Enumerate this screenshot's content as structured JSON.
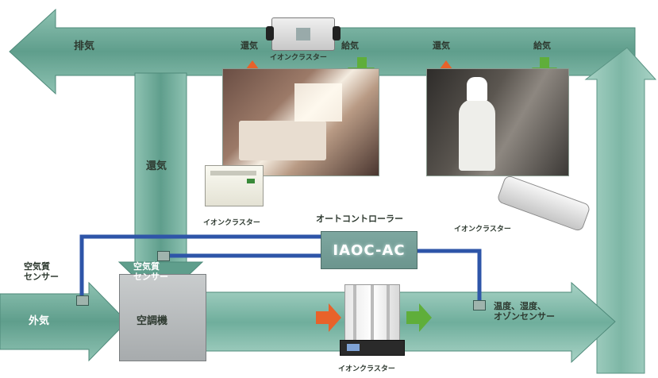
{
  "labels": {
    "exhaust": "排気",
    "return_top_left": "還気",
    "supply_top_left": "給気",
    "return_top_right": "還気",
    "supply_top_right": "給気",
    "return_vertical": "還気",
    "outside_air": "外気",
    "aircon": "空調機",
    "air_quality_sensor_outside": "空気質\nセンサー",
    "air_quality_sensor_inside": "空気質\nセンサー",
    "controller_title": "オートコントローラー",
    "controller_model": "IAOC-AC",
    "temp_sensor": "温度、湿度、\nオゾンセンサー",
    "ion_top": "イオンクラスター",
    "ion_left": "イオンクラスター",
    "ion_right": "イオンクラスター",
    "ion_bottom": "イオンクラスター"
  },
  "colors": {
    "duct": "#5f9e8c",
    "duct_light": "#a9d3c6",
    "wire": "#2e55a8",
    "return_arrow": "#e8622a",
    "supply_arrow": "#5fae3a"
  },
  "icons": {
    "return_arrow": "arrow-up-icon",
    "supply_arrow": "arrow-down-icon",
    "flow_arrow": "arrow-right-icon"
  }
}
